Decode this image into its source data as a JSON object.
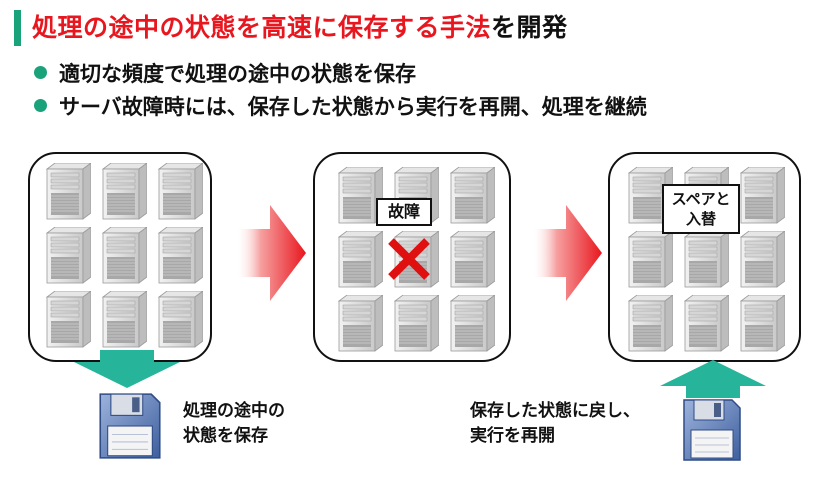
{
  "title": {
    "highlight": "処理の途中の状態を高速に保存する手法",
    "suffix": "を開発"
  },
  "bullets": [
    "適切な頻度で処理の途中の状態を保存",
    "サーバ故障時には、保存した状態から実行を再開、処理を継続"
  ],
  "stages": [
    {
      "name": "normal",
      "label": ""
    },
    {
      "name": "failure",
      "label": "故障"
    },
    {
      "name": "replace",
      "label_line1": "スペアと",
      "label_line2": "入替"
    }
  ],
  "captions": {
    "save_line1": "処理の途中の",
    "save_line2": "状態を保存",
    "restore_line1": "保存した状態に戻し、",
    "restore_line2": "実行を再開"
  },
  "colors": {
    "accent_green": "#1aa37a",
    "title_red": "#e8171f",
    "arrow_red": "#e8171f",
    "arrow_teal": "#26b59a",
    "cross_red": "#e01010",
    "floppy_blue": "#5a7bb8"
  },
  "icons": [
    "server-tower-icon",
    "failure-cross-icon",
    "floppy-disk-icon",
    "right-arrow-icon",
    "down-arrow-icon",
    "up-arrow-icon"
  ]
}
